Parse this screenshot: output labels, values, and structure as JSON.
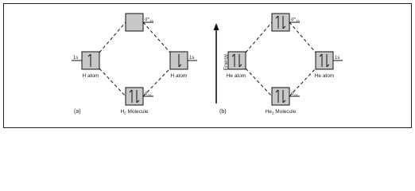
{
  "panel_a": {
    "caption": "(a)",
    "left_atom": {
      "orbital": "1s",
      "label": "H atom",
      "arrows": "up"
    },
    "right_atom": {
      "orbital": "1s",
      "label": "H atom",
      "arrows": "down"
    },
    "antibonding": {
      "sigma": "σ*",
      "sub": "1s",
      "arrows": "none"
    },
    "bonding": {
      "sigma": "σ",
      "sub": "1s",
      "arrows": "updown"
    },
    "molecule": {
      "base": "H",
      "sub": "2",
      "rest": " Molecule"
    }
  },
  "panel_b": {
    "caption": "(b)",
    "axis_label": "Energy",
    "left_atom": {
      "orbital": "1s",
      "label": "He atom",
      "arrows": "updown"
    },
    "right_atom": {
      "orbital": "1s",
      "label": "He atom",
      "arrows": "updown"
    },
    "antibonding": {
      "sigma": "σ*",
      "sub": "1s",
      "arrows": "updown"
    },
    "bonding": {
      "sigma": "σ",
      "sub": "1s",
      "arrows": "updown"
    },
    "molecule": {
      "base": "He",
      "sub": "2",
      "rest": " Molecule"
    }
  }
}
